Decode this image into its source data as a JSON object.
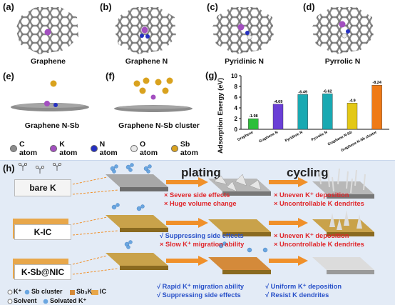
{
  "panel_labels": {
    "a": "(a)",
    "b": "(b)",
    "c": "(c)",
    "d": "(d)",
    "e": "(e)",
    "f": "(f)",
    "g": "(g)",
    "h": "(h)"
  },
  "models": {
    "a": "Graphene",
    "b": "Graphene N",
    "c": "Pyridinic N",
    "d": "Pyrrolic N",
    "e": "Graphene N-Sb",
    "f": "Graphene N-Sb cluster"
  },
  "legend_atoms": [
    {
      "label": "C atom",
      "color": "#8c8c8c"
    },
    {
      "label": "K atom",
      "color": "#a34fc0"
    },
    {
      "label": "N atom",
      "color": "#2530c2"
    },
    {
      "label": "O atom",
      "color": "#e8e8e8"
    },
    {
      "label": "Sb atom",
      "color": "#d9a21e"
    }
  ],
  "chart_data": {
    "type": "bar",
    "ylabel": "Adsorption Energy (eV)",
    "ylim": [
      0,
      10
    ],
    "categories": [
      "Graphene",
      "Graphene N",
      "Pyridinic N",
      "Pyrrolic N",
      "Graphene N-Sb",
      "Graphene N-Sb cluster"
    ],
    "values": [
      1.98,
      4.69,
      6.49,
      6.62,
      4.9,
      8.24
    ],
    "value_labels": [
      "-1.98",
      "-4.69",
      "-6.49",
      "-6.62",
      "-4.9",
      "-8.24"
    ],
    "colors": [
      "#2dbf3a",
      "#6a3fd6",
      "#19a9b2",
      "#19a9b2",
      "#e3c815",
      "#ef7a16"
    ],
    "yticks": [
      "0",
      "2",
      "4",
      "6",
      "8",
      "10"
    ]
  },
  "process": {
    "plating": "plating",
    "cycling": "cycling",
    "rows": [
      {
        "label": "bare K",
        "notes_mid": [
          "× Severe side effects",
          "× Huge volume change"
        ],
        "notes_right": [
          "× Uneven K⁺ deposition",
          "× Uncontrollable K dendrites"
        ]
      },
      {
        "label": "K-IC",
        "notes_mid": [
          "√ Suppressing side effects",
          "× Slow K⁺ migration ability"
        ],
        "notes_right": [
          "× Uneven K⁺ deposition",
          "× Uncontrollable K dendrites"
        ]
      },
      {
        "label": "K-Sb@NIC",
        "notes_mid": [
          "√ Rapid K⁺ migration ability",
          "√ Suppressing side effects"
        ],
        "notes_right": [
          "√ Uniform K⁺ deposition",
          "√ Resist  K dendrites"
        ]
      }
    ],
    "legend": {
      "k_ion": "K⁺",
      "sb_cluster": "Sb cluster",
      "sb3k": "Sb₃K",
      "ic": "IC",
      "solvent": "Solvent",
      "solvated": "Solvated K⁺"
    }
  }
}
